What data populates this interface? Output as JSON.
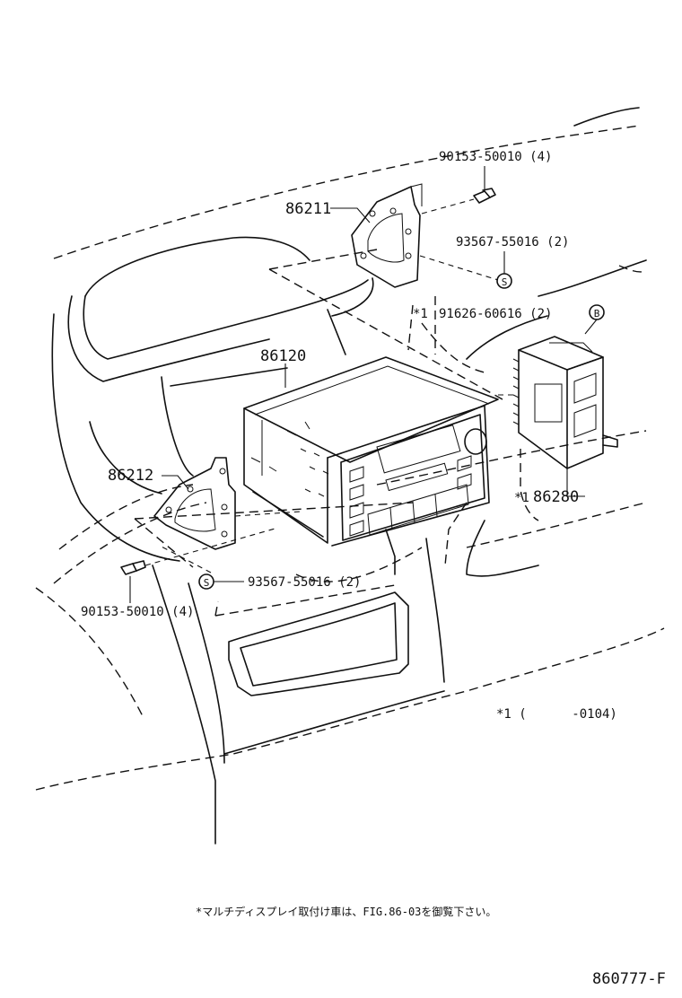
{
  "parts": {
    "bolt_top": "90153-50010 (4)",
    "bracket_right": "86211",
    "nut_top": "93567-55016 (2)",
    "screw_marker": "*1",
    "screw": "91626-60616 (2)",
    "radio": "86120",
    "bracket_left": "86212",
    "amp_marker": "*1",
    "amplifier": "86280",
    "nut_bottom": "93567-55016 (2)",
    "bolt_bottom": "90153-50010 (4)"
  },
  "symbols": {
    "s_mark": "S",
    "b_mark": "B"
  },
  "footnote": "*1 (      -0104)",
  "japanese_note": "*マルチディスプレイ取付け車は、FIG.86-03を御覧下さい。",
  "figure_number": "860777-F"
}
